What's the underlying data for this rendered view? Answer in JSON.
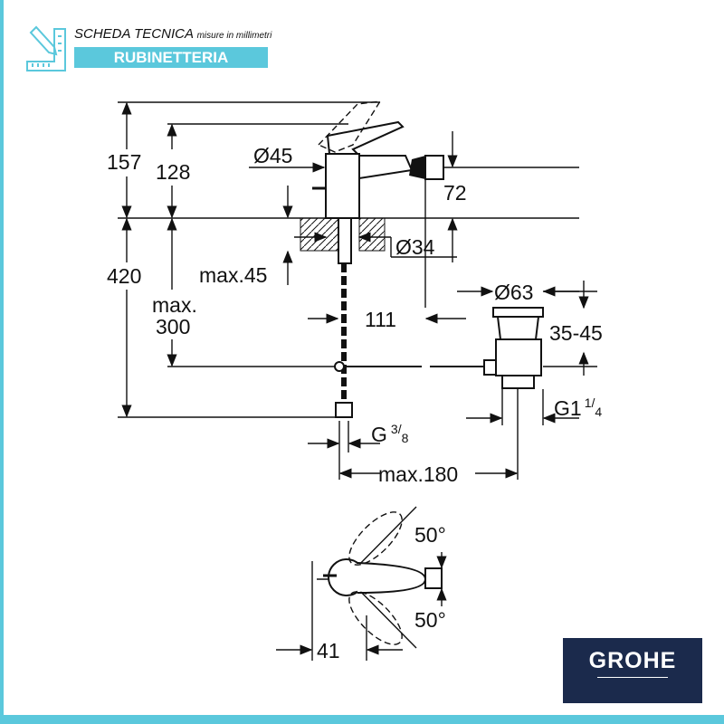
{
  "header": {
    "title": "SCHEDA TECNICA",
    "subtitle": "misure in millimetri",
    "category": "RUBINETTERIA",
    "icon": "ruler-pencil-icon"
  },
  "dimensions": {
    "total_height": "157",
    "spout_height": "128",
    "body_diameter": "Ø45",
    "spout_outlet_height": "72",
    "hole_diameter": "Ø34",
    "deck_thickness": "max.45",
    "below_deck": "420",
    "connection_depth_1": "max.",
    "connection_depth_2": "300",
    "spout_reach": "111",
    "waste_diameter": "Ø63",
    "waste_range": "35-45",
    "waste_thread": "G1",
    "waste_thread_frac_n": "1",
    "waste_thread_frac_d": "4",
    "supply_thread": "G",
    "supply_thread_frac_n": "3",
    "supply_thread_frac_d": "8",
    "waste_distance": "max.180",
    "angle_top": "50°",
    "angle_bottom": "50°",
    "lever_offset": "41"
  },
  "logo": {
    "text": "GROHE"
  },
  "colors": {
    "accent": "#5bc8dc",
    "logo_bg": "#1b2a4c"
  }
}
